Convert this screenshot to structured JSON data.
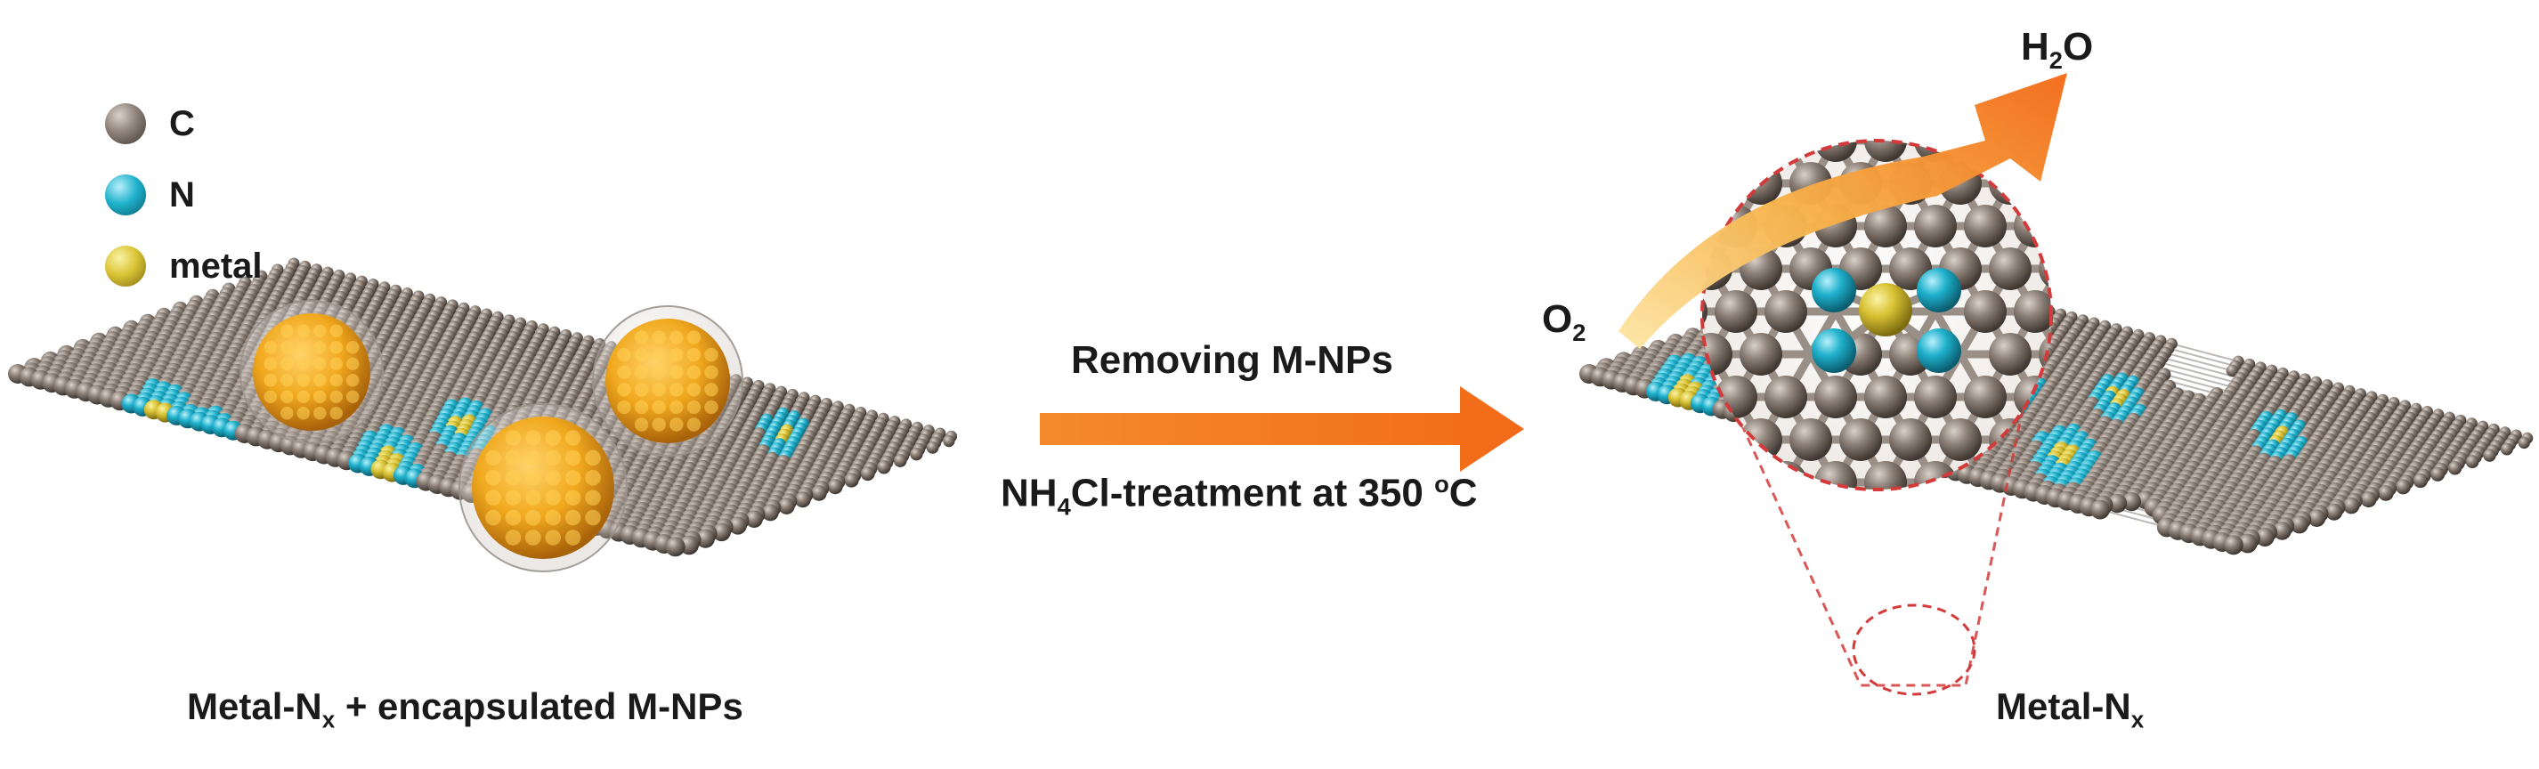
{
  "legend": {
    "items": [
      {
        "symbol": "C",
        "label": "C",
        "color": "#7a6e66"
      },
      {
        "symbol": "N",
        "label": "N",
        "color": "#1aa6c2"
      },
      {
        "symbol": "metal",
        "label": "metal",
        "color": "#d9c335"
      }
    ]
  },
  "colors": {
    "carbon": "#6f645c",
    "nitrogen": "#1aa6c2",
    "metal": "#d9c335",
    "nanoparticle": "#f0a81e",
    "arrow": "#f47a20",
    "highlight_ring": "#d43a3a"
  },
  "process": {
    "step_label": "Removing M-NPs",
    "condition_prefix": "NH",
    "condition_sub": "4",
    "condition_mid": "Cl-treatment at 350 ",
    "condition_sup": "o",
    "condition_unit": "C"
  },
  "left_panel": {
    "caption_prefix": "Metal-N",
    "caption_sub": "x",
    "caption_suffix": " + encapsulated M-NPs"
  },
  "right_panel": {
    "caption_prefix": "Metal-N",
    "caption_sub": "x",
    "reactant_prefix": "O",
    "reactant_sub": "2",
    "product_prefix": "H",
    "product_sub": "2",
    "product_suffix": "O"
  }
}
